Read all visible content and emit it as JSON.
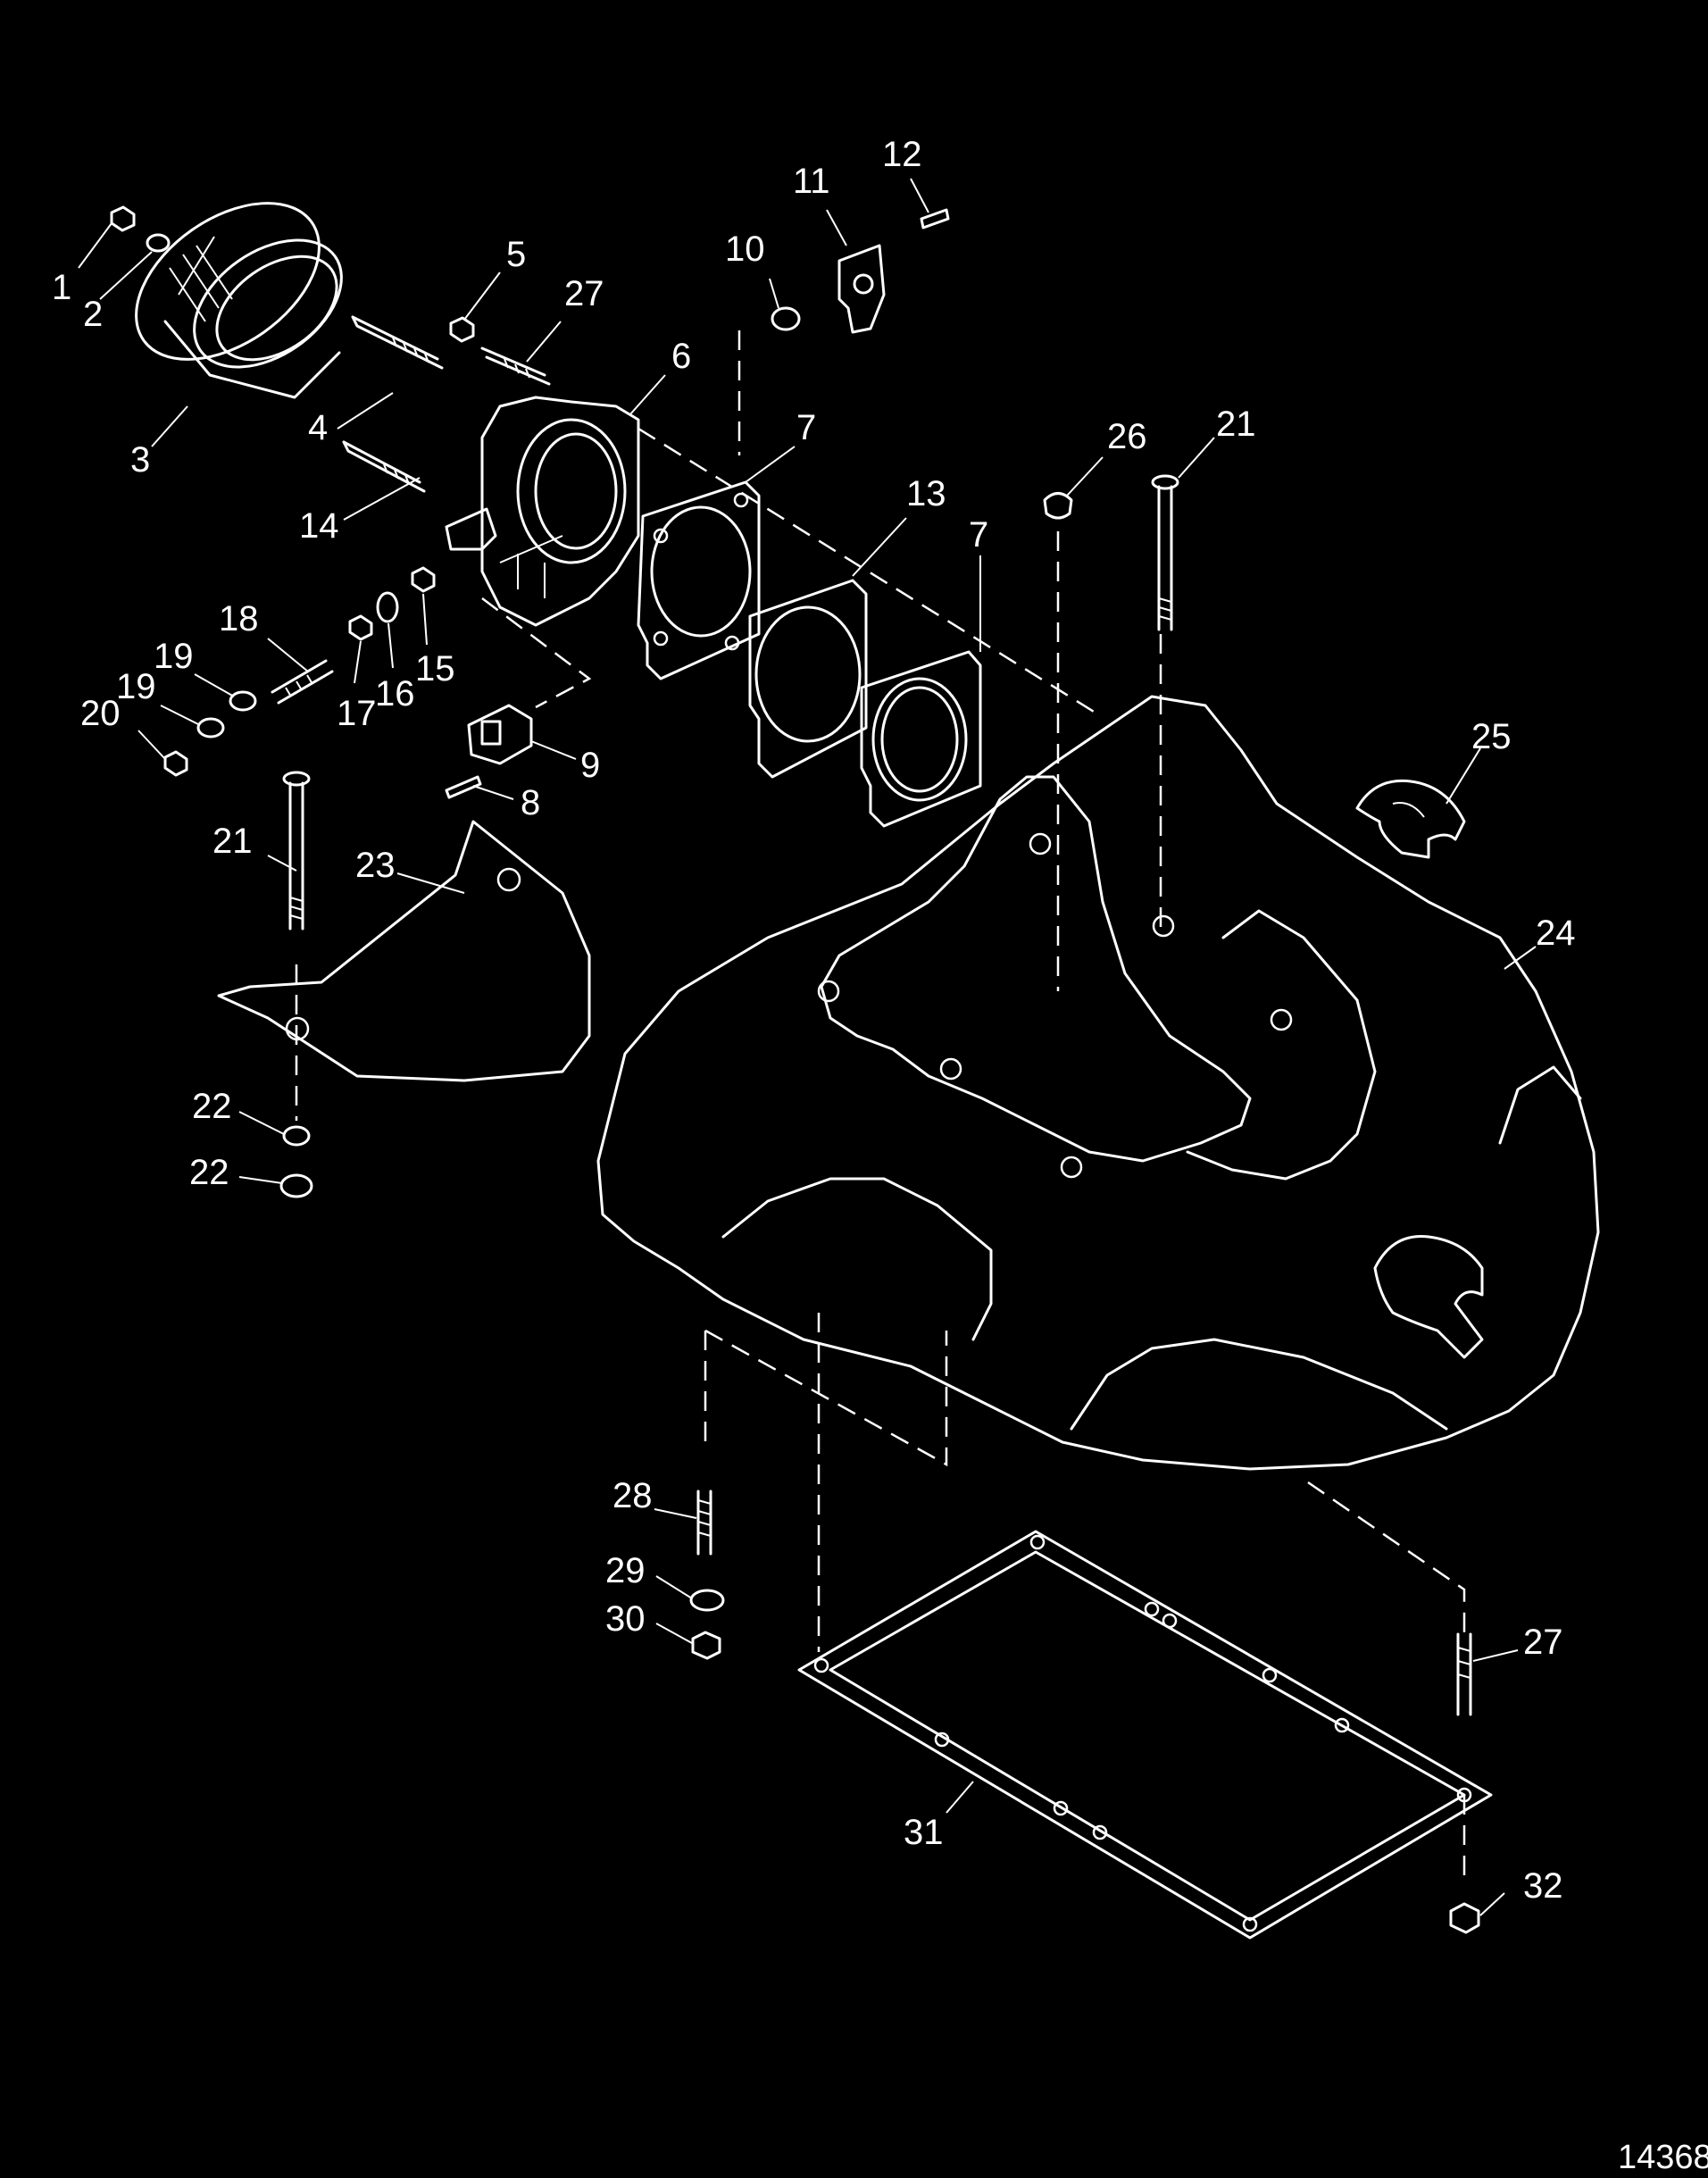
{
  "figure_number": "14368",
  "callouts": [
    {
      "label": "1"
    },
    {
      "label": "2"
    },
    {
      "label": "3"
    },
    {
      "label": "4"
    },
    {
      "label": "5"
    },
    {
      "label": "27"
    },
    {
      "label": "6"
    },
    {
      "label": "10"
    },
    {
      "label": "11"
    },
    {
      "label": "12"
    },
    {
      "label": "7"
    },
    {
      "label": "13"
    },
    {
      "label": "7"
    },
    {
      "label": "26"
    },
    {
      "label": "21"
    },
    {
      "label": "14"
    },
    {
      "label": "18"
    },
    {
      "label": "19"
    },
    {
      "label": "19"
    },
    {
      "label": "20"
    },
    {
      "label": "17"
    },
    {
      "label": "16"
    },
    {
      "label": "15"
    },
    {
      "label": "9"
    },
    {
      "label": "8"
    },
    {
      "label": "25"
    },
    {
      "label": "24"
    },
    {
      "label": "21"
    },
    {
      "label": "23"
    },
    {
      "label": "22"
    },
    {
      "label": "22"
    },
    {
      "label": "28"
    },
    {
      "label": "29"
    },
    {
      "label": "30"
    },
    {
      "label": "27"
    },
    {
      "label": "31"
    },
    {
      "label": "32"
    }
  ]
}
